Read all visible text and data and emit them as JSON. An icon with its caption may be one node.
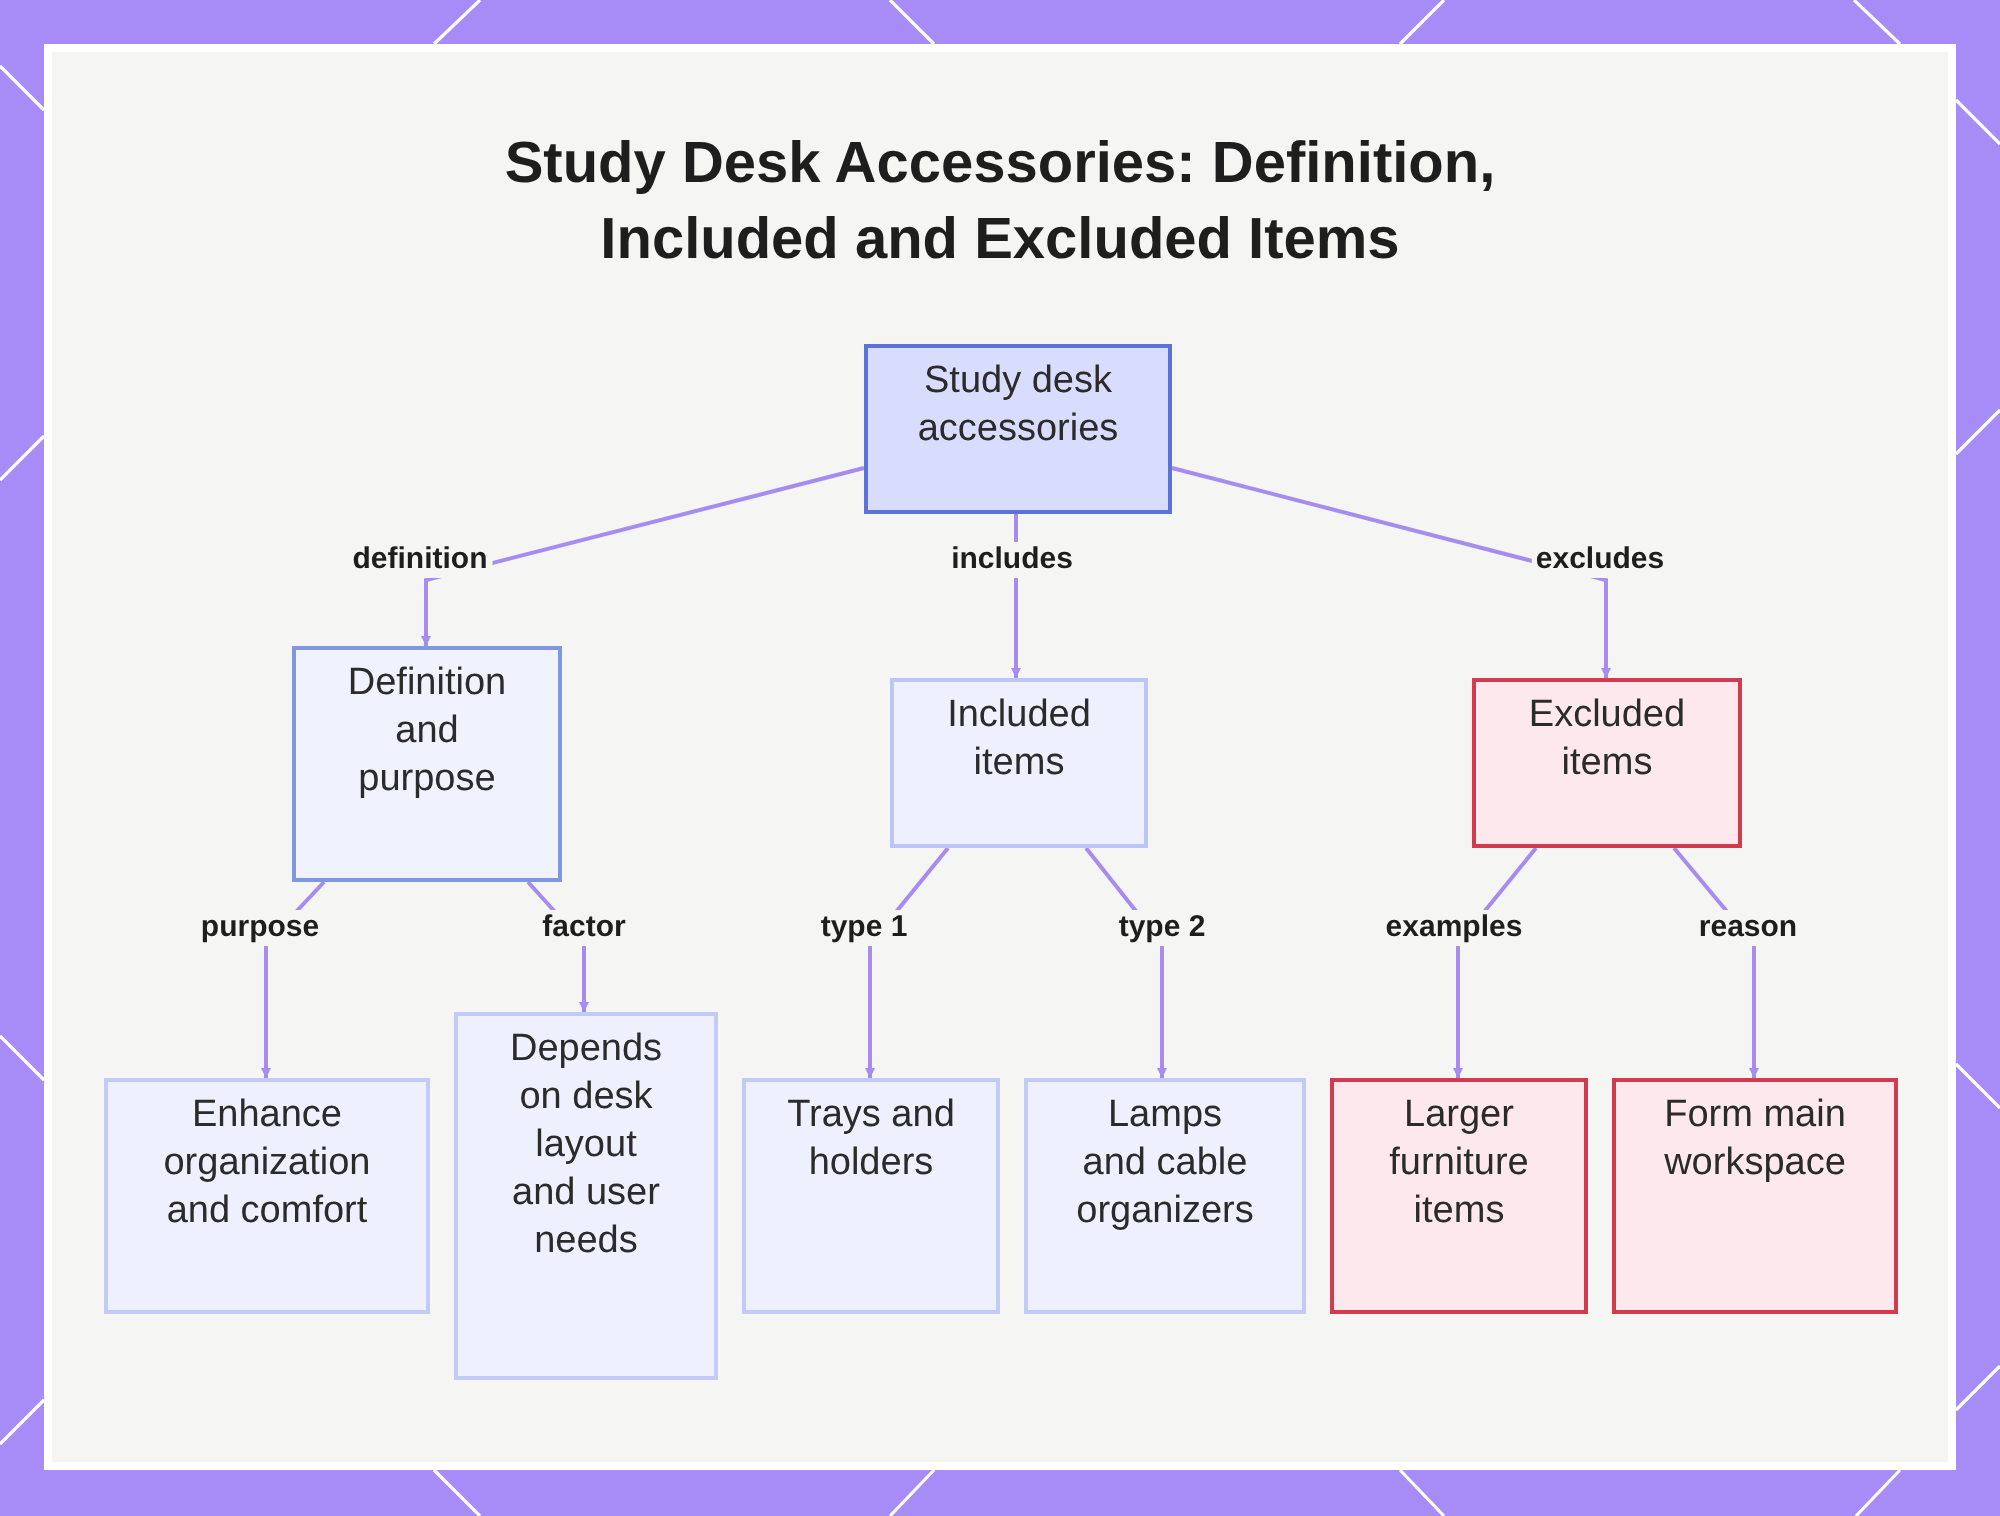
{
  "diagram": {
    "title": "Study Desk Accessories: Definition, Included and Excluded Items",
    "nodes": [
      {
        "text": [
          "Study desk accessories"
        ]
      },
      {
        "text": [
          "Definition and purpose"
        ]
      },
      {
        "text": [
          "Included items"
        ]
      },
      {
        "text": [
          "Excluded items"
        ]
      },
      {
        "text": [
          "Enhance organization and comfort"
        ]
      },
      {
        "text": [
          "Depends on desk layout and user needs"
        ]
      },
      {
        "text": [
          "Trays and holders"
        ]
      },
      {
        "text": [
          "Lamps and cable organizers"
        ]
      },
      {
        "text": [
          "Larger furniture items"
        ]
      },
      {
        "text": [
          "Form main workspace"
        ]
      }
    ],
    "edges": [
      {
        "from": 0,
        "to": 1,
        "arrow": "to",
        "label": "definition"
      },
      {
        "from": 0,
        "to": 2,
        "arrow": "to",
        "label": "includes"
      },
      {
        "from": 0,
        "to": 3,
        "arrow": "to",
        "label": "excludes"
      },
      {
        "from": 1,
        "to": 4,
        "arrow": "to",
        "label": "purpose"
      },
      {
        "from": 1,
        "to": 5,
        "arrow": "to",
        "label": "factor"
      },
      {
        "from": 2,
        "to": 6,
        "arrow": "to",
        "label": "type 1"
      },
      {
        "from": 2,
        "to": 7,
        "arrow": "to",
        "label": "type 2"
      },
      {
        "from": 3,
        "to": 8,
        "arrow": "to",
        "label": "examples"
      },
      {
        "from": 3,
        "to": 9,
        "arrow": "to",
        "label": "reason"
      }
    ]
  }
}
